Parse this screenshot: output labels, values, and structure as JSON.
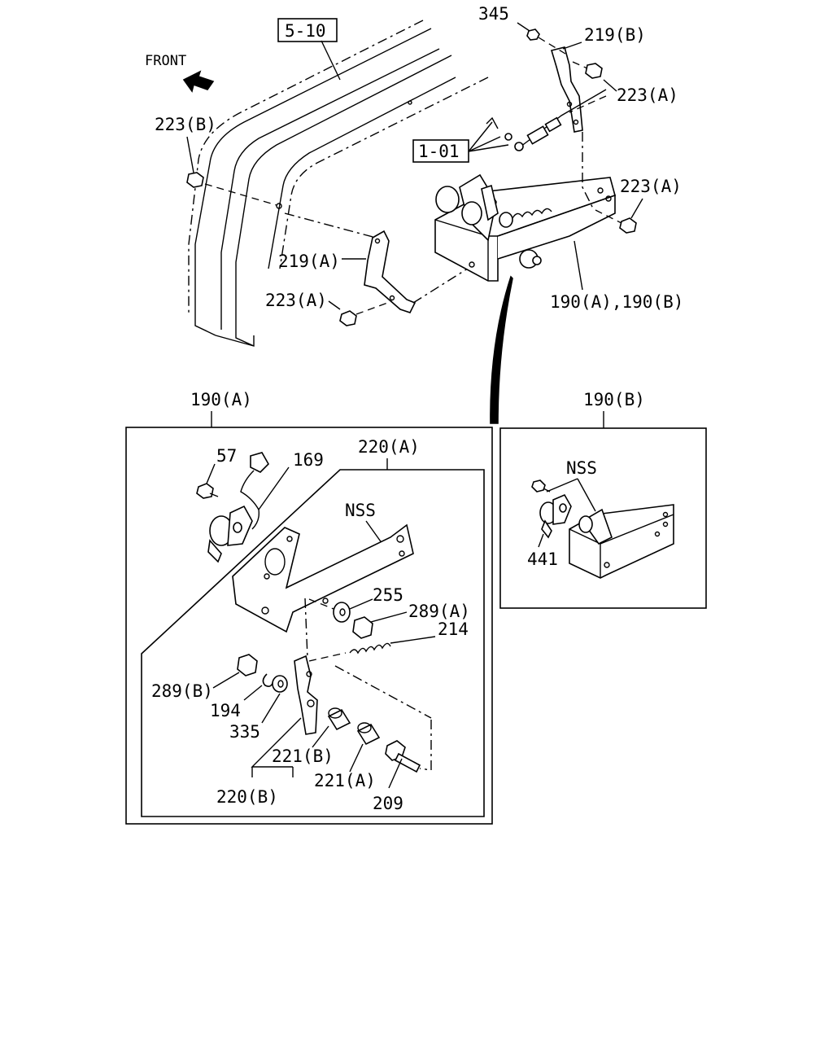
{
  "orientation": {
    "label": "FRONT"
  },
  "refs": {
    "frame": "5-10",
    "cable": "1-01"
  },
  "callouts": {
    "c345": "345",
    "c219b": "219(B)",
    "c223a_top": "223(A)",
    "c223b": "223(B)",
    "c223a_right": "223(A)",
    "c219a": "219(A)",
    "c223a_left": "223(A)",
    "c190ab": "190(A),190(B)"
  },
  "detail_a": {
    "title": "190(A)",
    "parts": {
      "p57": "57",
      "p169": "169",
      "p220a": "220(A)",
      "nss": "NSS",
      "p255": "255",
      "p289a": "289(A)",
      "p214": "214",
      "p289b": "289(B)",
      "p194": "194",
      "p335": "335",
      "p221b": "221(B)",
      "p221a": "221(A)",
      "p220b": "220(B)",
      "p209": "209"
    }
  },
  "detail_b": {
    "title": "190(B)",
    "parts": {
      "nss": "NSS",
      "p441": "441"
    }
  }
}
